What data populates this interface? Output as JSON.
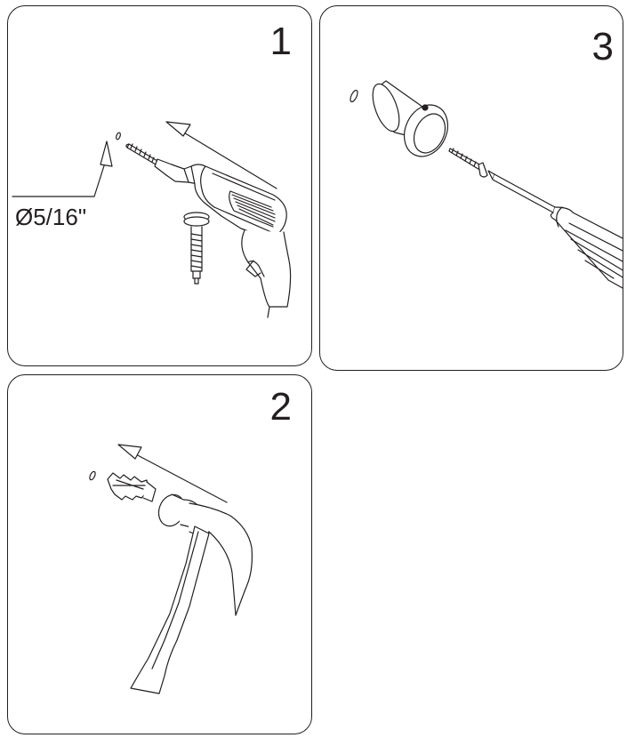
{
  "steps": [
    {
      "number": "1",
      "label": "Ø5/16\""
    },
    {
      "number": "3"
    },
    {
      "number": "2"
    }
  ],
  "colors": {
    "ink": "#231f20",
    "paper": "#ffffff"
  },
  "icons": [
    "drill-icon",
    "drill-bit-icon",
    "direction-arrow-icon",
    "wall-hole-icon",
    "wall-plug-icon",
    "hammer-icon",
    "cap-cylinder-icon",
    "screw-icon",
    "screwdriver-icon"
  ]
}
